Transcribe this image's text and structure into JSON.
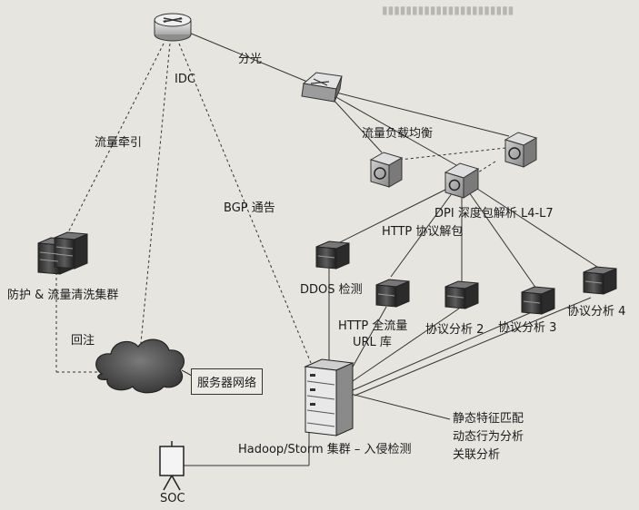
{
  "nodes": {
    "idc": "IDC",
    "split": "分光",
    "load_balance": "流量负载均衡",
    "dpi": "DPI 深度包解析 L4-L7",
    "http_parse": "HTTP 协议解包",
    "bgp": "BGP 通告",
    "traffic_pull": "流量牵引",
    "defense_cluster": "防护 & 流量清洗集群",
    "reinject": "回注",
    "server_network": "服务器网络",
    "ddos": "DDOS 检测",
    "http_full": "HTTP 全流量",
    "url_lib": "URL 库",
    "proto2": "协议分析 2",
    "proto3": "协议分析 3",
    "proto4": "协议分析 4",
    "static_feature": "静态特征匹配",
    "dynamic_behavior": "动态行为分析",
    "correlation": "关联分析",
    "hadoop": "Hadoop/Storm 集群 – 入侵检测",
    "soc": "SOC"
  },
  "colors": {
    "background": "#e6e5e0",
    "line": "#333333"
  }
}
